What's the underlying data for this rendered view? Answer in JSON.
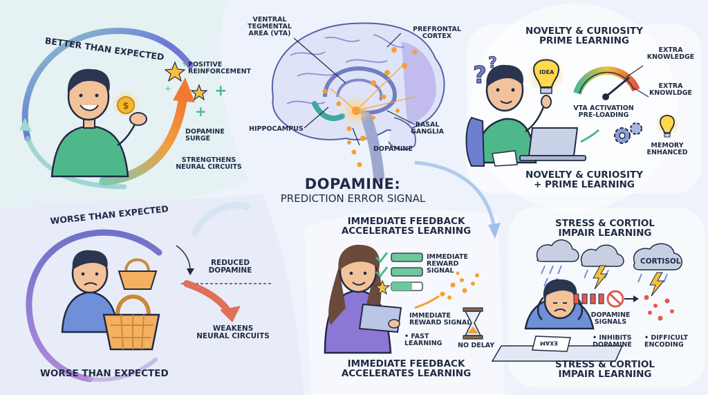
{
  "title": "DOPAMINE:",
  "subtitle": "PREDICTION ERROR SIGNAL",
  "brain": {
    "vta": "VENTRAL\nTEGMENTAL\nAREA (VTA)",
    "prefrontal": "PREFRONTAL\nCORTEX",
    "hippocampus": "HIPPOCAMPUS",
    "basal_ganglia": "BASAL\nGANGLIA",
    "dopamine": "DOPAMINE"
  },
  "better": {
    "arc_title": "BETTER THAN EXPECTED",
    "positive": "POSITIVE\nREINFORCEMENT",
    "surge": "DOPAMINE\nSURGE",
    "strengthens": "STRENGTHENS\nNEURAL CIRCUITS"
  },
  "worse": {
    "arc_title": "WORSE THAN EXPECTED",
    "reduced": "REDUCED\nDOPAMINE",
    "weakens": "WEAKENS\nNEURAL CIRCUITS",
    "bottom_title": "WORSE THAN EXPECTED"
  },
  "novelty": {
    "top_title": "NOVELTY & CURIOSITY\nPRIME LEARNING",
    "extra1": "EXTRA\nKNOWLEDGE",
    "extra2": "EXTRA\nKNOWLDGE",
    "idea": "IDEA",
    "vta_activation": "VTA ACTIVATION\nPRE-LOADING",
    "memory": "MEMORY\nENHANCED",
    "bottom_title": "NOVELTY & CURIOSITY\n+ PRIME LEARNING"
  },
  "feedback": {
    "top_title": "IMMEDIATE FEEDBACK\nACCELERATES LEARNING",
    "reward1": "IMMEDIATE\nREWARD\nSIGNAL",
    "reward2": "IMMEDIATE\nREWARD SIGNAL",
    "fast": "• FAST\nLEARNING",
    "no_delay": "NO DELAY",
    "bottom_title": "IMMEDIATE FEEDBACK\nACCELERATES LEARNING"
  },
  "stress": {
    "top_title": "STRESS & CORTIOL\nIMPAIR LEARNING",
    "cortisol": "CORTISOL",
    "signals": "DOPAMINE\nSIGNALS",
    "inhibits": "• INHIBITS\nDOPAMINE",
    "difficult": "• DIFFICULT\nENCODING",
    "exam": "EXAM",
    "bottom_title": "STRESS & CORTIOL\nIMPAIR LEARNING"
  },
  "colors": {
    "navy": "#1f2a44",
    "purple": "#8b7bd8",
    "orange": "#f5a030",
    "green": "#4fb88a",
    "blue_shirt": "#6f8fd8"
  }
}
